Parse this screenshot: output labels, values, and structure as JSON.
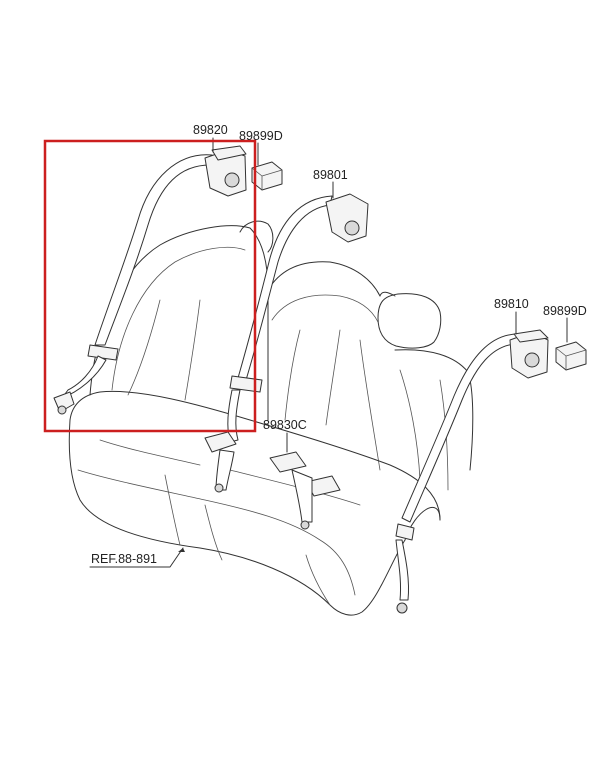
{
  "labels": {
    "part_89820": "89820",
    "part_89899d_left": "89899D",
    "part_89801": "89801",
    "part_89810": "89810",
    "part_89899d_right": "89899D",
    "part_89830c": "89830C",
    "ref": "REF.88-891"
  },
  "colors": {
    "highlight_box": "#cc1f1f",
    "line": "#333333",
    "text": "#222222"
  }
}
